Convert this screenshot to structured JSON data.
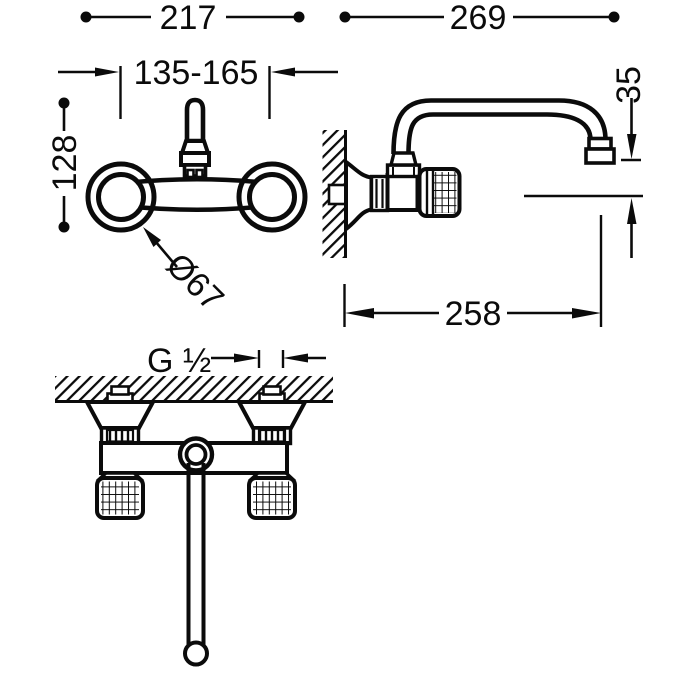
{
  "meta": {
    "background_color": "#ffffff",
    "line_color": "#0b0b0b",
    "drawing_kind": "wall-mounted faucet technical dimension drawing",
    "views": [
      "front-view",
      "side-view",
      "plan-view"
    ]
  },
  "dimensions": {
    "overall_width": "217",
    "spout_projection_overall": "269",
    "connection_centers": "135-165",
    "body_height": "128",
    "escutcheon_diameter": "Ø67",
    "outlet_height": "35",
    "spout_reach": "258",
    "thread_size": "G ½"
  }
}
